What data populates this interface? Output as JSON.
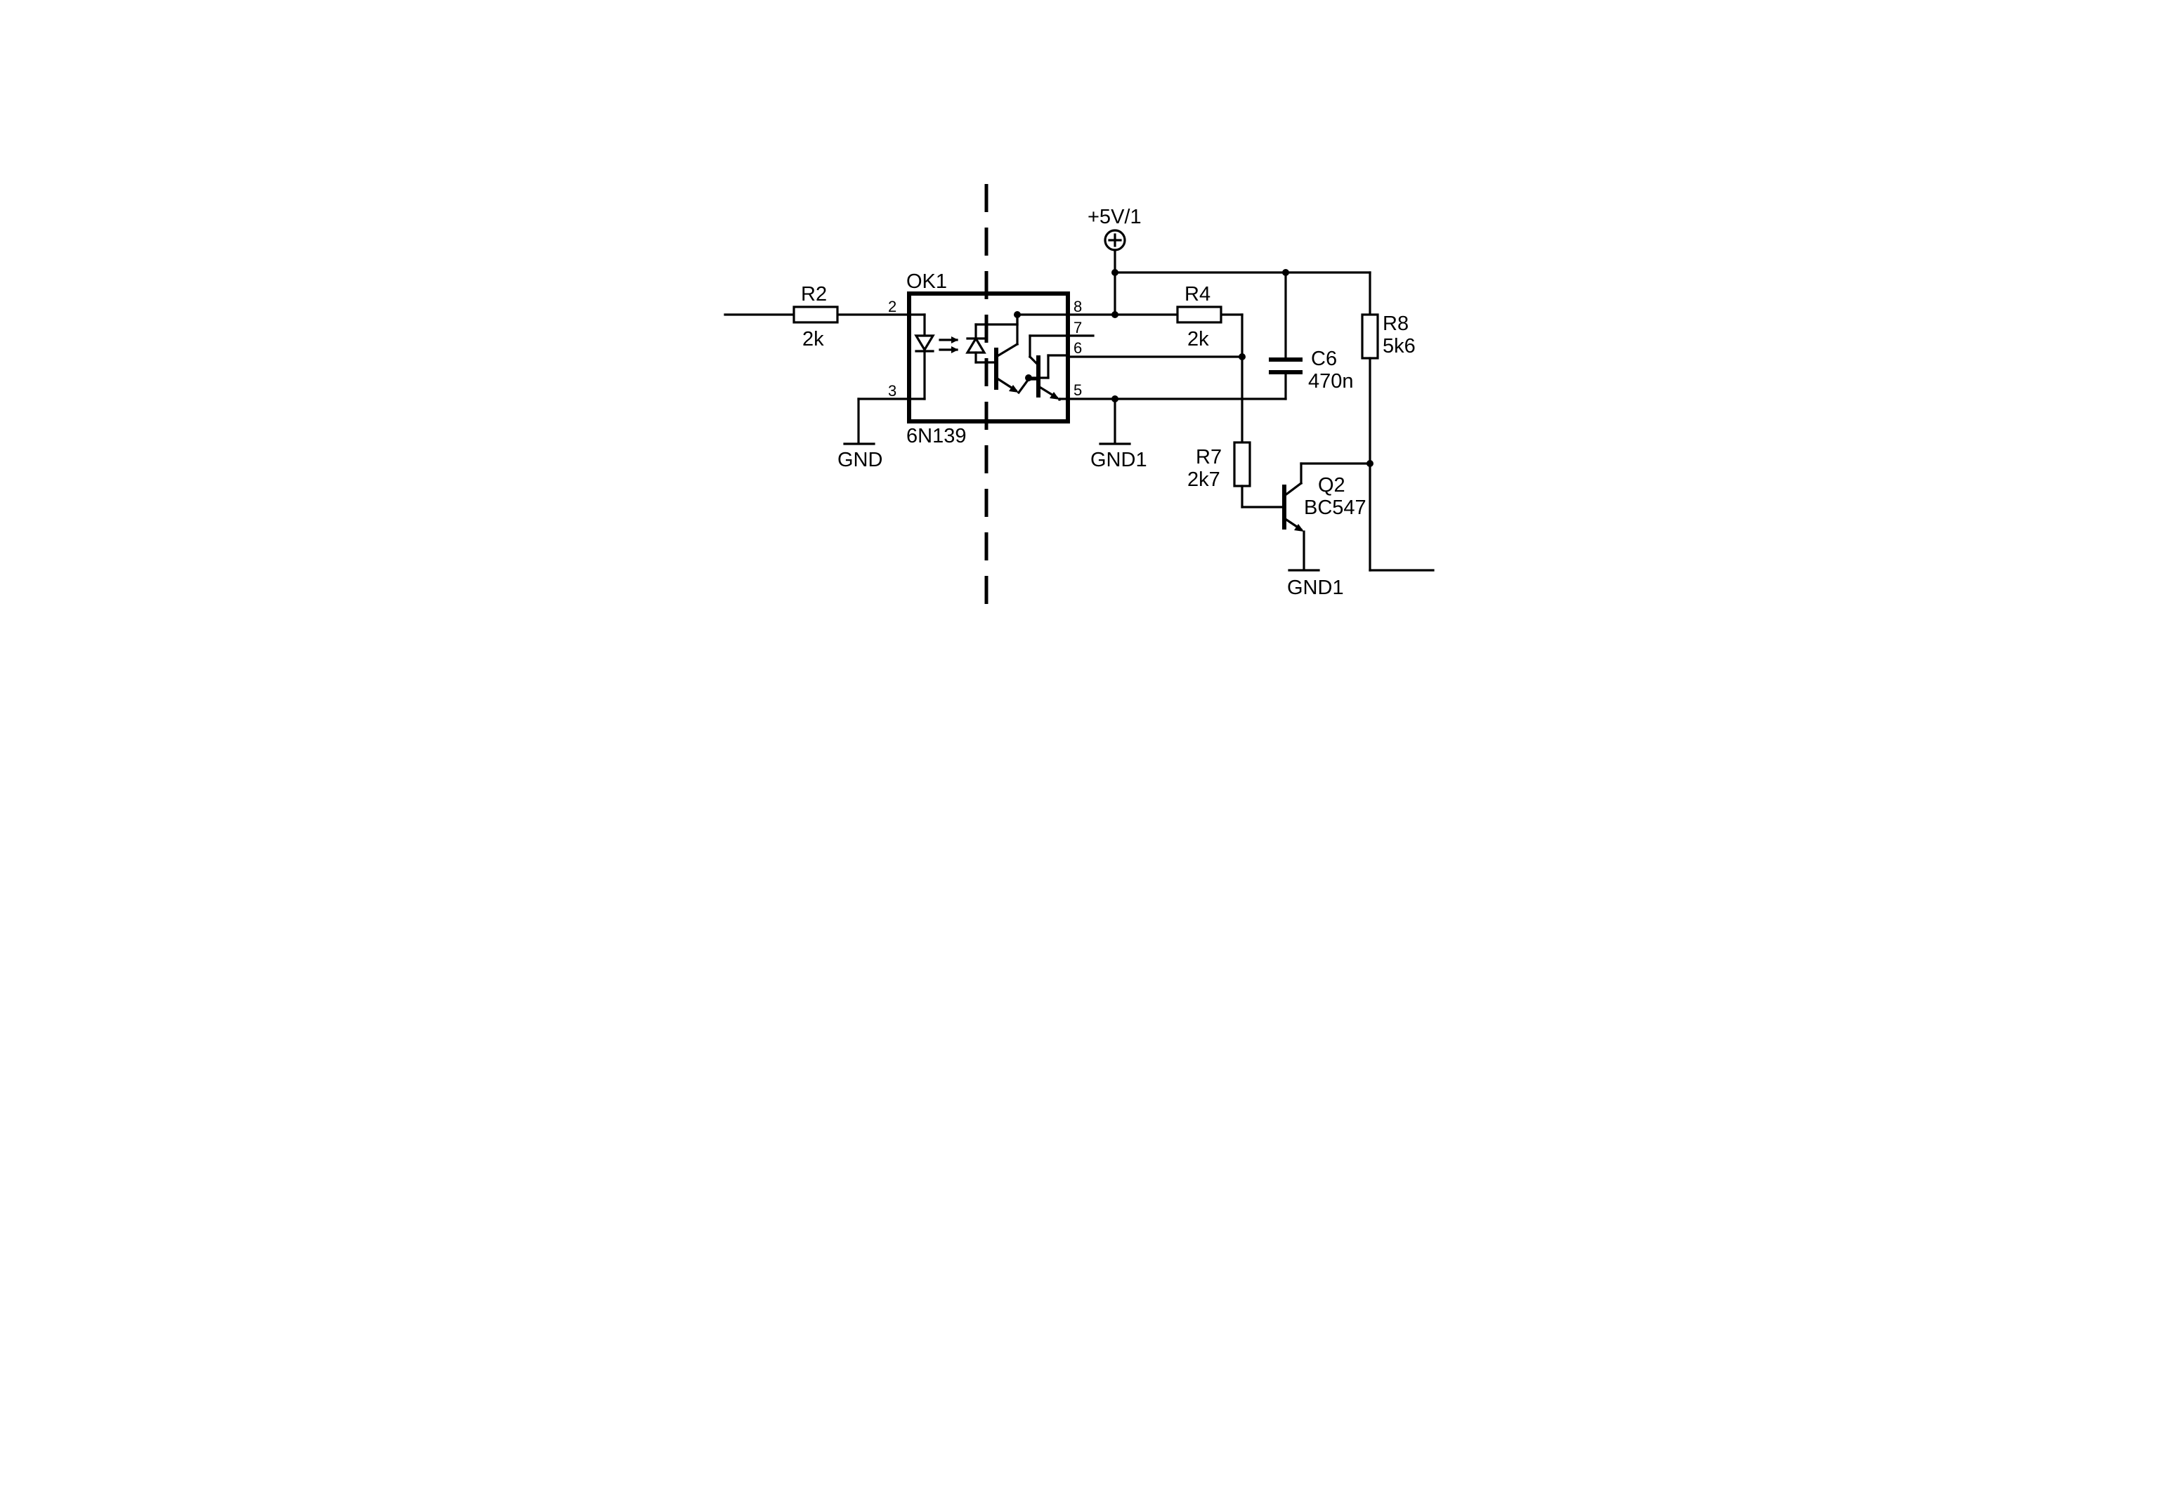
{
  "labels": {
    "supply": "+5V/1",
    "gnd": "GND",
    "gnd1_a": "GND1",
    "gnd1_b": "GND1"
  },
  "optocoupler": {
    "ref": "OK1",
    "part": "6N139",
    "pins": [
      "2",
      "3",
      "8",
      "7",
      "6",
      "5"
    ]
  },
  "resistors": {
    "r2": {
      "ref": "R2",
      "value": "2k"
    },
    "r4": {
      "ref": "R4",
      "value": "2k"
    },
    "r7": {
      "ref": "R7",
      "value": "2k7"
    },
    "r8": {
      "ref": "R8",
      "value": "5k6"
    }
  },
  "capacitor": {
    "ref": "C6",
    "value": "470n"
  },
  "transistor": {
    "ref": "Q2",
    "part": "BC547"
  }
}
